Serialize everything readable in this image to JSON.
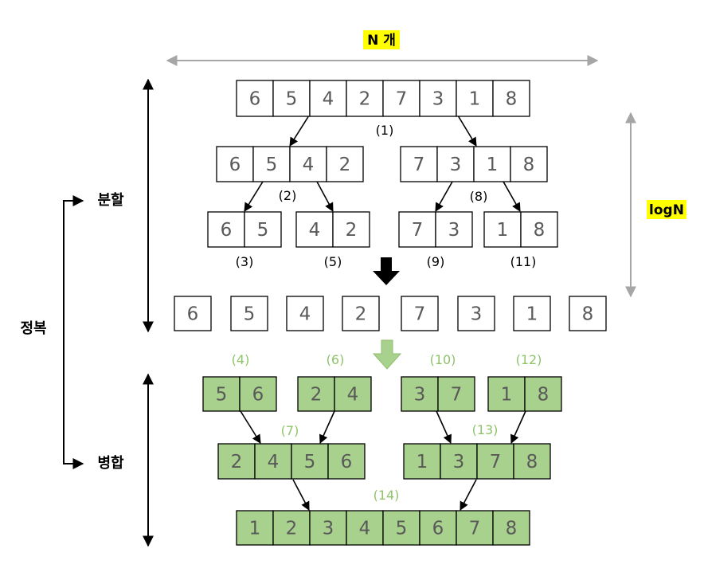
{
  "labels": {
    "n_count": "N 개",
    "log_n": "logN",
    "divide": "분할",
    "merge": "병합",
    "conquer": "정복"
  },
  "steps": {
    "s1": "(1)",
    "s2": "(2)",
    "s3": "(3)",
    "s4": "(4)",
    "s5": "(5)",
    "s6": "(6)",
    "s7": "(7)",
    "s8": "(8)",
    "s9": "(9)",
    "s10": "(10)",
    "s11": "(11)",
    "s12": "(12)",
    "s13": "(13)",
    "s14": "(14)"
  },
  "arrays": {
    "initial": [
      "6",
      "5",
      "4",
      "2",
      "7",
      "3",
      "1",
      "8"
    ],
    "split_left": [
      "6",
      "5",
      "4",
      "2"
    ],
    "split_right": [
      "7",
      "3",
      "1",
      "8"
    ],
    "split_q1": [
      "6",
      "5"
    ],
    "split_q2": [
      "4",
      "2"
    ],
    "split_q3": [
      "7",
      "3"
    ],
    "split_q4": [
      "1",
      "8"
    ],
    "singles": [
      "6",
      "5",
      "4",
      "2",
      "7",
      "3",
      "1",
      "8"
    ],
    "merge_q1": [
      "5",
      "6"
    ],
    "merge_q2": [
      "2",
      "4"
    ],
    "merge_q3": [
      "3",
      "7"
    ],
    "merge_q4": [
      "1",
      "8"
    ],
    "merge_left": [
      "2",
      "4",
      "5",
      "6"
    ],
    "merge_right": [
      "1",
      "3",
      "7",
      "8"
    ],
    "final": [
      "1",
      "2",
      "3",
      "4",
      "5",
      "6",
      "7",
      "8"
    ]
  },
  "colors": {
    "highlight": "#ffff00",
    "green_fill": "#a9d18e",
    "green_text": "#8fc46a",
    "gray_arrow": "#a6a6a6",
    "black": "#000000",
    "digit": "#595959"
  }
}
